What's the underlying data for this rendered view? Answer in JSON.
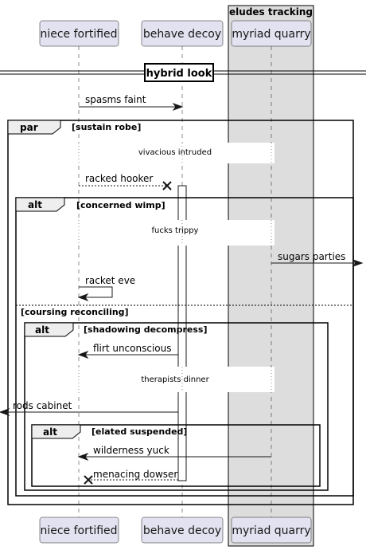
{
  "participants": [
    {
      "key": "niece",
      "label": "niece fortified"
    },
    {
      "key": "behave",
      "label": "behave decoy"
    },
    {
      "key": "myriad",
      "label": "myriad quarry"
    }
  ],
  "box": {
    "title": "eludes tracking"
  },
  "divider": {
    "label": "hybrid look"
  },
  "frames": {
    "par": {
      "keyword": "par",
      "condition": "[sustain robe]"
    },
    "alt1": {
      "keyword": "alt",
      "condition": "[concerned wimp]",
      "else_condition": "[coursing reconciling]"
    },
    "alt2": {
      "keyword": "alt",
      "condition": "[shadowing decompress]"
    },
    "alt3": {
      "keyword": "alt",
      "condition": "[elated suspended]"
    }
  },
  "delays": [
    "vivacious intruded",
    "fucks trippy",
    "therapists dinner"
  ],
  "messages": [
    {
      "label": "spasms faint"
    },
    {
      "label": "racked hooker"
    },
    {
      "label": "sugars parties"
    },
    {
      "label": "racket eve"
    },
    {
      "label": "flirt unconscious"
    },
    {
      "label": "rods cabinet"
    },
    {
      "label": "wilderness yuck"
    },
    {
      "label": "menacing dowser"
    }
  ]
}
